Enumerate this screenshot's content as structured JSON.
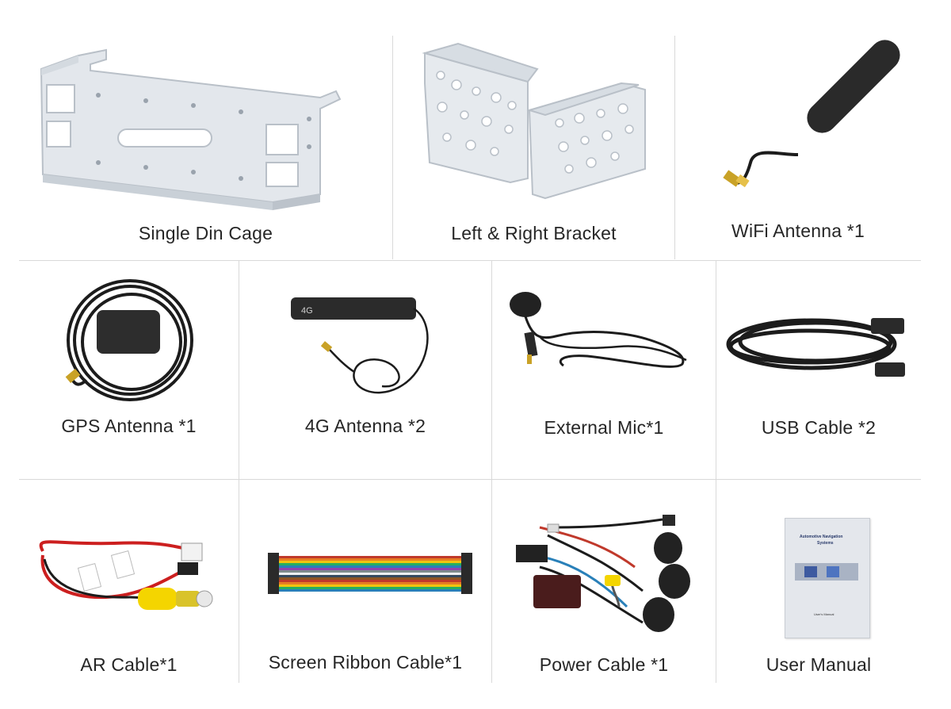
{
  "items": [
    {
      "label": "Single Din Cage"
    },
    {
      "label": "Left & Right Bracket"
    },
    {
      "label": "WiFi Antenna *1"
    },
    {
      "label": "GPS Antenna *1"
    },
    {
      "label": "4G Antenna *2"
    },
    {
      "label": "External Mic*1"
    },
    {
      "label": "USB Cable *2"
    },
    {
      "label": "AR Cable*1"
    },
    {
      "label": "Screen Ribbon Cable*1"
    },
    {
      "label": "Power Cable *1"
    },
    {
      "label": "User Manual"
    }
  ],
  "manual": {
    "title_line1": "Automotive Navigation",
    "title_line2": "Systems",
    "subtitle": "User's Manual"
  },
  "colors": {
    "metal": "#e6eaee",
    "metal_edge": "#b9c0c8",
    "cable": "#1c1c1c",
    "divider": "#d9d9d9"
  }
}
